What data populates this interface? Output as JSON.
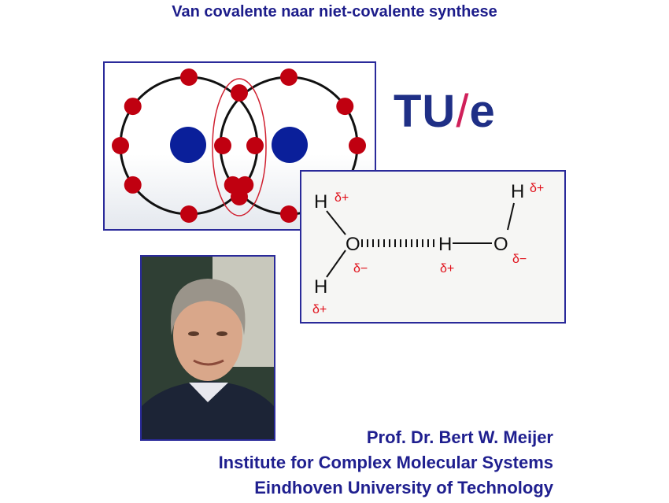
{
  "title": "Van covalente naar niet-covalente synthese",
  "logo": {
    "part1": "TU",
    "slash": "/",
    "part2": "e"
  },
  "hbond_diagram": {
    "atoms": {
      "H": "H",
      "O": "O"
    },
    "charges": {
      "delta_plus": "δ+",
      "delta_minus": "δ−"
    }
  },
  "credits": {
    "name": "Prof. Dr. Bert W. Meijer",
    "institute": "Institute for Complex Molecular Systems",
    "university": "Eindhoven University of Technology"
  },
  "colors": {
    "title": "#1c1c8a",
    "electron": "#c00010",
    "nucleus": "#0a1f9a",
    "logo_blue": "#1f2f86",
    "logo_slash": "#d0205a"
  }
}
